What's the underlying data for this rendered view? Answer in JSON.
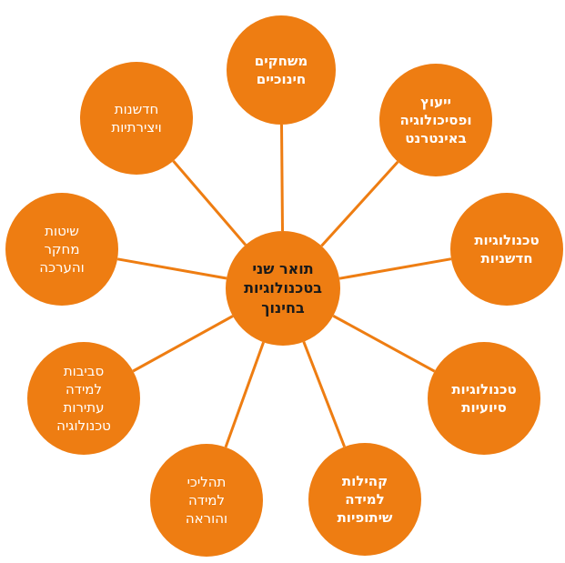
{
  "diagram": {
    "colors": {
      "node_fill": "#ee7d12",
      "connector": "#ee7d12",
      "center_text": "#1a1a1a",
      "node_text": "#ffffff"
    },
    "center": {
      "label": "תואר שני\nבטכנולוגיות\nבחינוך"
    },
    "nodes": [
      {
        "id": "games",
        "label": "משחקים\nחינוכיים",
        "bold": true
      },
      {
        "id": "counseling",
        "label": "ייעוץ\nופסיכולוגיה\nבאינטרנט",
        "bold": true
      },
      {
        "id": "new-tech",
        "label": "טכנולוגיות\nחדשניות",
        "bold": true
      },
      {
        "id": "assistive",
        "label": "טכנולוגיות\nסיועיות",
        "bold": true
      },
      {
        "id": "communities",
        "label": "קהילות\nלמידה\nשיתופיות",
        "bold": true
      },
      {
        "id": "processes",
        "label": "תהליכי\nלמידה\nוהוראה",
        "bold": false
      },
      {
        "id": "environments",
        "label": "סביבות\nלמידה\nעתירות\nטכנולוגיה",
        "bold": false
      },
      {
        "id": "research",
        "label": "שיטות\nמחקר\nוהערכה",
        "bold": false
      },
      {
        "id": "innovation",
        "label": "חדשנות\nויצירתיות",
        "bold": false
      }
    ]
  }
}
